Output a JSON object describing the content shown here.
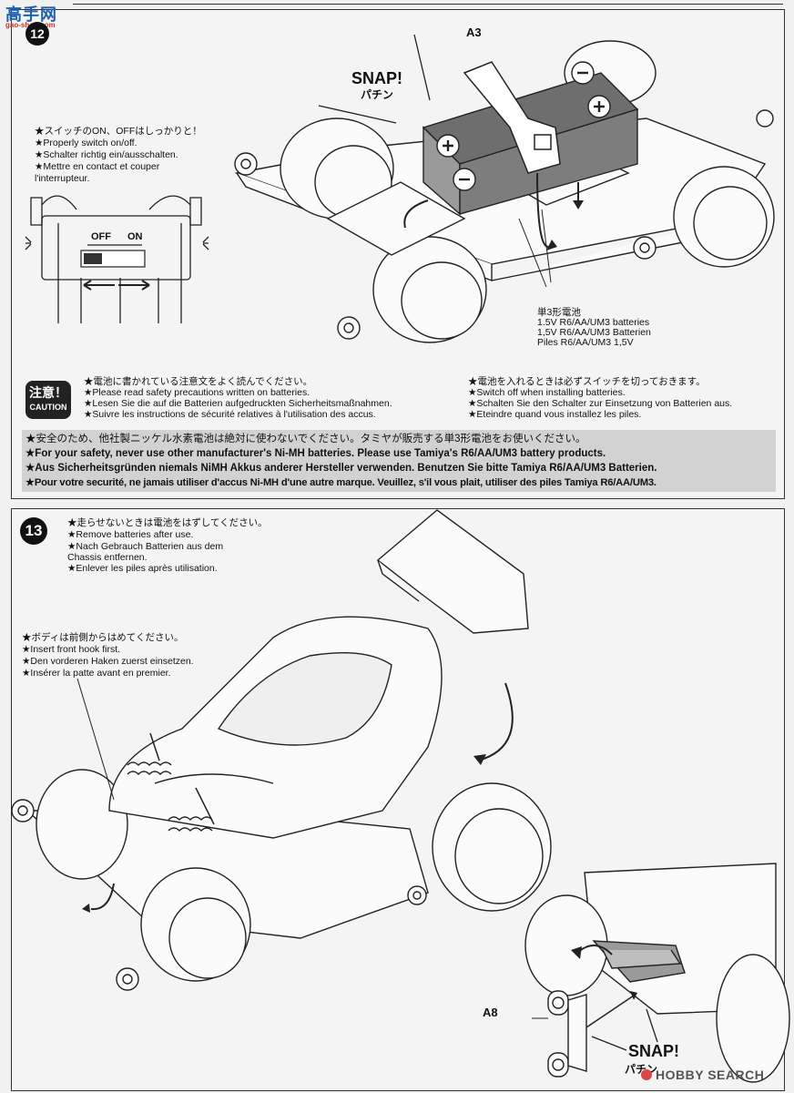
{
  "header": {
    "site_logo_text": "高手网",
    "site_logo_sub": "gao-shou.com",
    "step_label": "12"
  },
  "step12": {
    "switch_note": [
      "★スイッチのON、OFFはしっかりと！",
      "★Properly switch on/off.",
      "★Schalter richtig ein/ausschalten.",
      "★Mettre en contact et couper",
      "l'interrupteur."
    ],
    "switch_off": "OFF",
    "switch_on": "ON",
    "snap_label": "SNAP!",
    "snap_jp": "パチン",
    "part_a3": "A3",
    "battery_note": [
      "単3形電池",
      "1.5V R6/AA/UM3 batteries",
      "1,5V R6/AA/UM3 Batterien",
      "Piles R6/AA/UM3 1,5V"
    ],
    "caution_jp": "注意！",
    "caution_en": "CAUTION",
    "caution_left": [
      "★電池に書かれている注意文をよく読んでください。",
      "★Please read safety precautions written on batteries.",
      "★Lesen Sie die auf die Batterien aufgedruckten Sicherheitsmaßnahmen.",
      "★Suivre les instructions de sécurité relatives à l'utilisation des accus."
    ],
    "caution_right": [
      "★電池を入れるときは必ずスイッチを切っておきます。",
      "★Switch off when installing batteries.",
      "★Schalten Sie den Schalter zur Einsetzung von Batterien aus.",
      "★Eteindre quand vous installez les piles."
    ],
    "warning": [
      "★安全のため、他社製ニッケル水素電池は絶対に使わないでください。タミヤが販売する単3形電池をお使いください。",
      "★For your safety, never use other manufacturer's Ni-MH batteries. Please use Tamiya's R6/AA/UM3 battery products.",
      "★Aus Sicherheitsgründen niemals NiMH Akkus anderer Hersteller verwenden. Benutzen Sie bitte Tamiya R6/AA/UM3 Batterien.",
      "★Pour votre securité, ne jamais utiliser d'accus Ni-MH d'une autre marque. Veuillez, s'il vous plait, utiliser des piles Tamiya R6/AA/UM3."
    ]
  },
  "step13": {
    "number": "13",
    "remove_note": [
      "★走らせないときは電池をはずしてください。",
      "★Remove batteries after use.",
      "★Nach Gebrauch Batterien aus dem",
      "Chassis entfernen.",
      "★Enlever les piles après utilisation."
    ],
    "front_hook_note": [
      "★ボディは前側からはめてください。",
      "★Insert front hook first.",
      "★Den vorderen Haken zuerst einsetzen.",
      "★Insérer la patte avant en premier."
    ],
    "part_a8": "A8",
    "snap_label": "SNAP!",
    "snap_jp": "パチン"
  },
  "watermark": "HOBBY SEARCH"
}
